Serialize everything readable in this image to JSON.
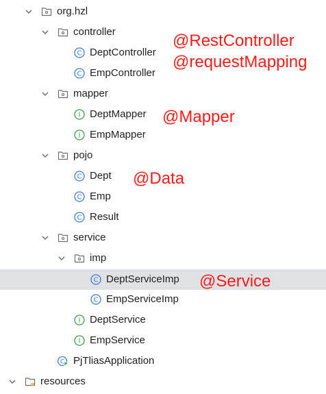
{
  "tree": {
    "root_package": "org.hzl",
    "controller": {
      "folder": "controller",
      "items": [
        "DeptController",
        "EmpController"
      ]
    },
    "mapper": {
      "folder": "mapper",
      "items": [
        "DeptMapper",
        "EmpMapper"
      ]
    },
    "pojo": {
      "folder": "pojo",
      "items": [
        "Dept",
        "Emp",
        "Result"
      ]
    },
    "service": {
      "folder": "service",
      "imp_folder": "imp",
      "imp_items": [
        "DeptServiceImp",
        "EmpServiceImp"
      ],
      "items": [
        "DeptService",
        "EmpService"
      ]
    },
    "application": "PjTliasApplication",
    "resources": "resources"
  },
  "annotations": {
    "rest_controller": "@RestController",
    "request_mapping": "@requestMapping",
    "mapper": "@Mapper",
    "data": "@Data",
    "service": "@Service"
  },
  "colors": {
    "class_icon": "#3d7ee0",
    "interface_icon": "#3e9d4d",
    "annotation_text": "#ff1a1a",
    "selection": "#dfe1e5"
  },
  "icons": {
    "expanded": "chevron-down-icon",
    "package": "package-folder-icon",
    "class": "class-icon",
    "interface": "interface-icon",
    "application": "spring-application-icon",
    "resources": "resources-folder-icon"
  }
}
